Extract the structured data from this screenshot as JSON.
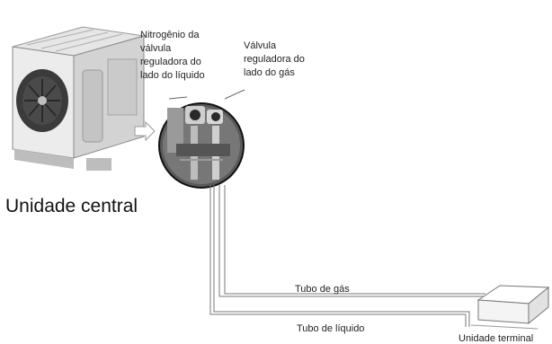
{
  "labels": {
    "nitrogen_liquid_valve": "Nitrogênio da\nválvula\nreguladora do\nlado do líquido",
    "gas_valve": "Válvula\nreguladora do\nlado do gás",
    "central_unit": "Unidade central",
    "gas_pipe": "Tubo de gás",
    "liquid_pipe": "Tubo de líquido",
    "terminal_unit": "Unidade terminal"
  },
  "icons": {
    "outdoor_unit": "outdoor-ac-unit",
    "valve_detail": "valve-magnifier",
    "indoor_unit": "indoor-terminal-unit",
    "flow_arrow": "arrow-right"
  }
}
